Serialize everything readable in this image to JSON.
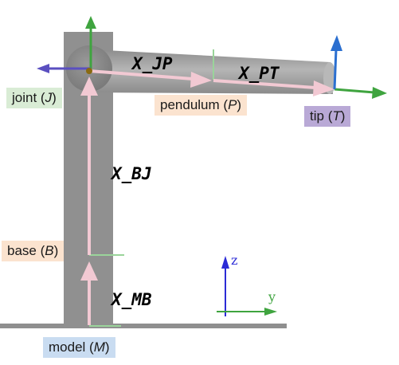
{
  "colors": {
    "joint": "#d9ecd5",
    "base": "#fbe3cf",
    "pendulum": "#fbe3cf",
    "tip": "#b9a9d6",
    "model": "#c9dcf1",
    "link_gray": "#9a9a9a",
    "pose_arrow": "#f2c9d3",
    "axis_green": "#3fa43f",
    "axis_blue": "#2b6fd0",
    "axis_purple": "#5a4fc0"
  },
  "frames": {
    "joint": {
      "name": "joint",
      "symbol": "J"
    },
    "base": {
      "name": "base",
      "symbol": "B"
    },
    "pendulum": {
      "name": "pendulum",
      "symbol": "P"
    },
    "tip": {
      "name": "tip",
      "symbol": "T"
    },
    "model": {
      "name": "model",
      "symbol": "M"
    }
  },
  "poses": {
    "jp": "X_JP",
    "pt": "X_PT",
    "bj": "X_BJ",
    "mb": "X_MB"
  },
  "axes_legend": {
    "z": "z",
    "y": "y"
  }
}
